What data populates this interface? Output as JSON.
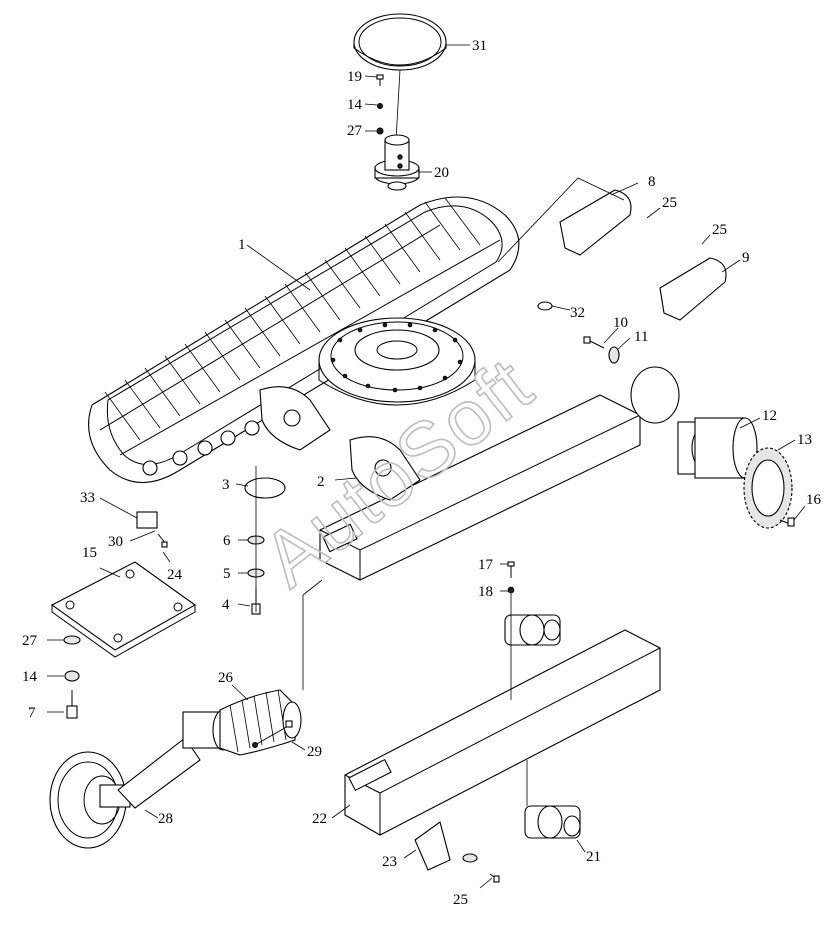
{
  "diagram": {
    "type": "exploded-parts-view",
    "watermark": "AutoSoft",
    "callouts": [
      {
        "id": "c1",
        "label": "1"
      },
      {
        "id": "c2",
        "label": "2"
      },
      {
        "id": "c3",
        "label": "3"
      },
      {
        "id": "c4",
        "label": "4"
      },
      {
        "id": "c5",
        "label": "5"
      },
      {
        "id": "c6",
        "label": "6"
      },
      {
        "id": "c7",
        "label": "7"
      },
      {
        "id": "c8",
        "label": "8"
      },
      {
        "id": "c9",
        "label": "9"
      },
      {
        "id": "c10",
        "label": "10"
      },
      {
        "id": "c11",
        "label": "11"
      },
      {
        "id": "c12",
        "label": "12"
      },
      {
        "id": "c13",
        "label": "13"
      },
      {
        "id": "c14a",
        "label": "14"
      },
      {
        "id": "c14b",
        "label": "14"
      },
      {
        "id": "c15",
        "label": "15"
      },
      {
        "id": "c16",
        "label": "16"
      },
      {
        "id": "c17",
        "label": "17"
      },
      {
        "id": "c18",
        "label": "18"
      },
      {
        "id": "c19",
        "label": "19"
      },
      {
        "id": "c20",
        "label": "20"
      },
      {
        "id": "c21",
        "label": "21"
      },
      {
        "id": "c22",
        "label": "22"
      },
      {
        "id": "c23",
        "label": "23"
      },
      {
        "id": "c24",
        "label": "24"
      },
      {
        "id": "c25a",
        "label": "25"
      },
      {
        "id": "c25b",
        "label": "25"
      },
      {
        "id": "c25c",
        "label": "25"
      },
      {
        "id": "c26",
        "label": "26"
      },
      {
        "id": "c27a",
        "label": "27"
      },
      {
        "id": "c27b",
        "label": "27"
      },
      {
        "id": "c28",
        "label": "28"
      },
      {
        "id": "c29",
        "label": "29"
      },
      {
        "id": "c30",
        "label": "30"
      },
      {
        "id": "c31",
        "label": "31"
      },
      {
        "id": "c32",
        "label": "32"
      },
      {
        "id": "c33",
        "label": "33"
      }
    ]
  }
}
